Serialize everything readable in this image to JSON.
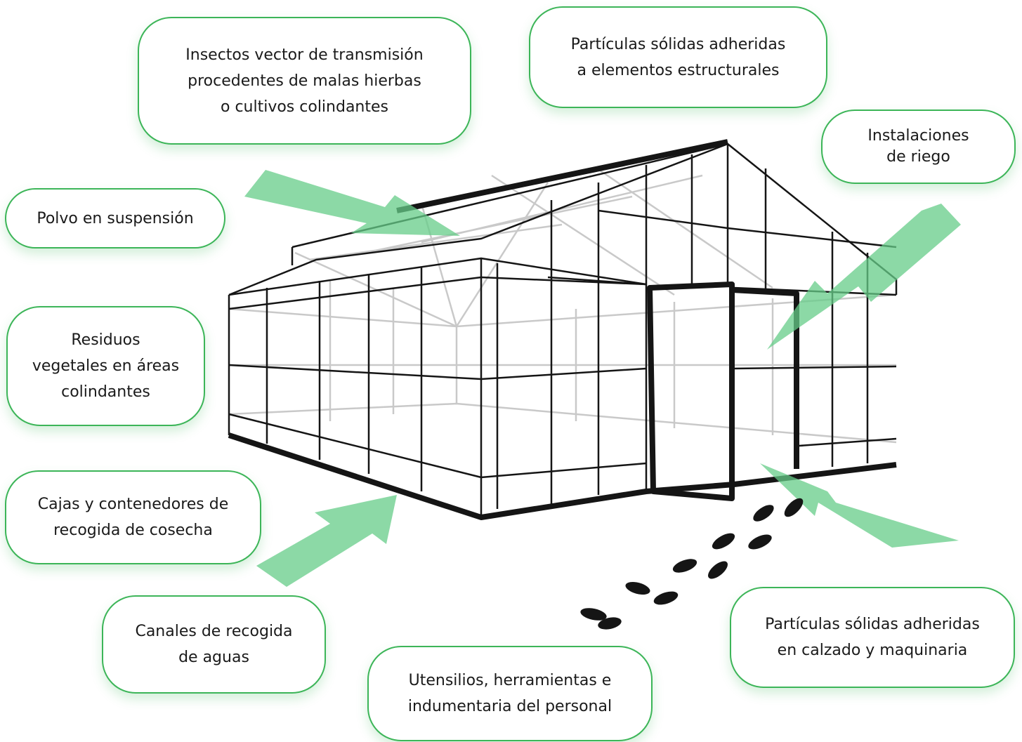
{
  "accent_color": "#3cb558",
  "arrow_color": "#66cc88",
  "callouts": {
    "insectos": "Insectos vector de transmisión\nprocedentes de malas hierbas\no cultivos colindantes",
    "particulas_estructura": "Partículas sólidas adheridas\na elementos estructurales",
    "riego": "Instalaciones\nde riego",
    "polvo": "Polvo en suspensión",
    "residuos": "Residuos\nvegetales en áreas\ncolindantes",
    "cajas": "Cajas y contenedores de\nrecogida de cosecha",
    "canales": "Canales de recogida\nde aguas",
    "utensilios": "Utensilios, herramientas e\nindumentaria del personal",
    "calzado": "Partículas sólidas adheridas\nen calzado y maquinaria"
  },
  "illustration": {
    "subject": "greenhouse-icon",
    "footprints": "footprint-icon",
    "arrows": "arrow-icon"
  }
}
